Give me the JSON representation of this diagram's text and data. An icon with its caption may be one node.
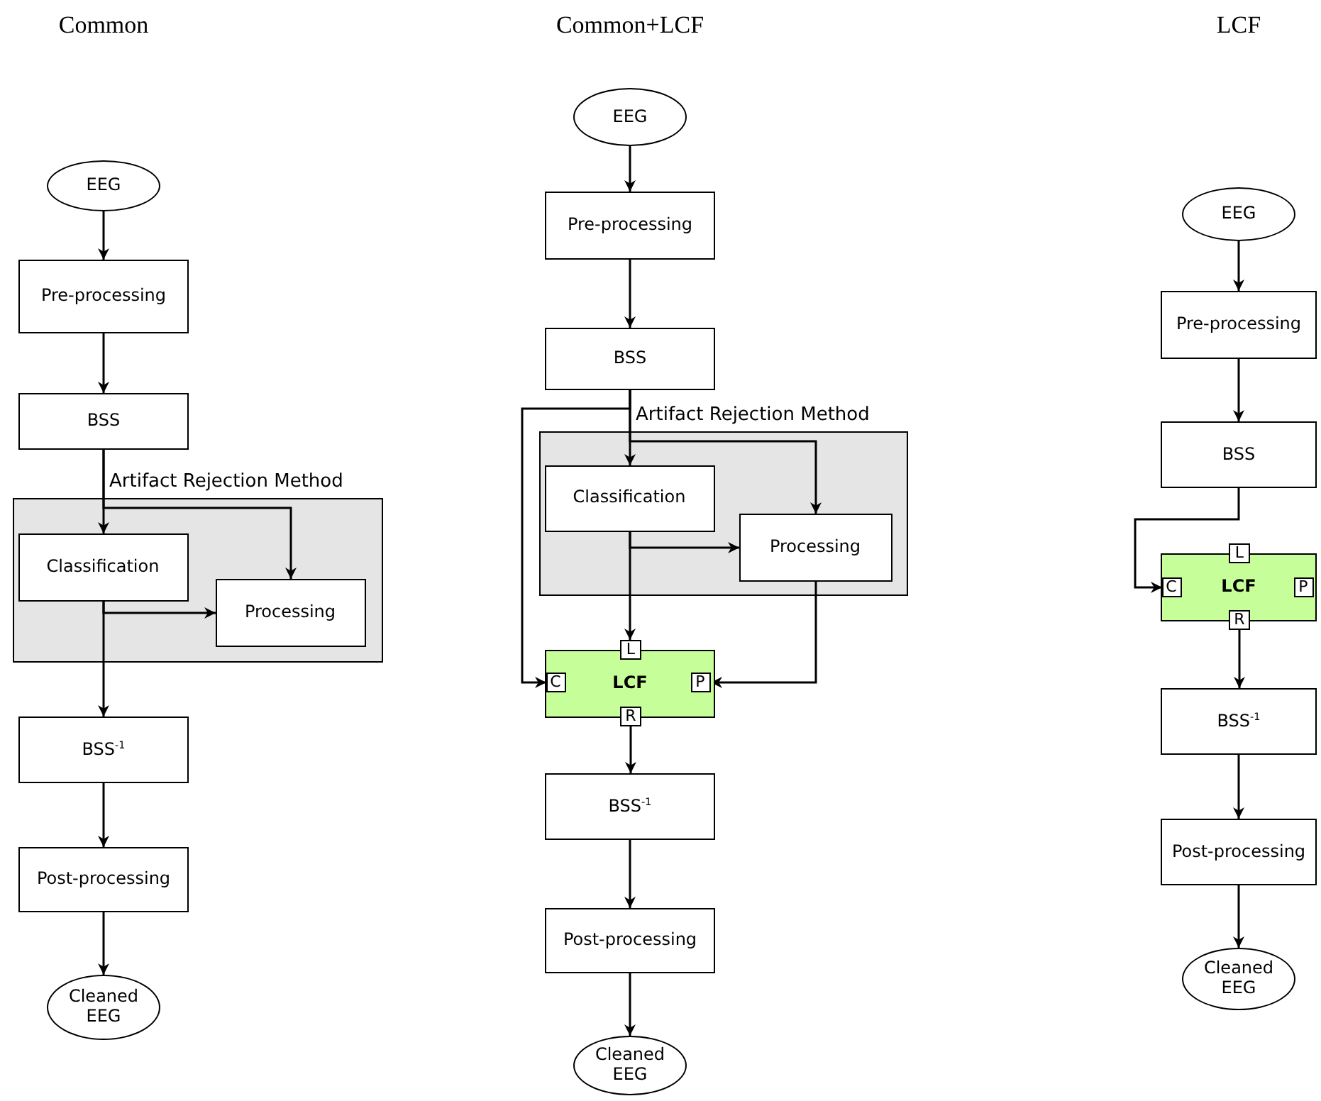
{
  "diagram": {
    "nodes": [
      {
        "text": [
          "EEG"
        ]
      },
      {
        "text": [
          "Pre-processing"
        ]
      },
      {
        "text": [
          "BSS"
        ]
      },
      {
        "text": [
          "Artifact Rejection Method"
        ]
      },
      {
        "text": [
          "Classification"
        ],
        "in": 3
      },
      {
        "text": [
          "Processing"
        ],
        "in": 3
      },
      {
        "text": [
          "BSS$^{-1}$"
        ]
      },
      {
        "text": [
          "Post-processing"
        ]
      },
      {
        "text": [
          "Cleaned EEG"
        ]
      },
      {
        "text": [
          "EEG"
        ]
      },
      {
        "text": [
          "Pre-processing"
        ]
      },
      {
        "text": [
          "BSS"
        ]
      },
      {
        "text": [
          "Artifact Rejection Method"
        ]
      },
      {
        "text": [
          "Classification"
        ],
        "in": 12
      },
      {
        "text": [
          "Processing"
        ],
        "in": 12
      },
      {
        "text": [
          "LCF"
        ]
      },
      {
        "text": [
          "L"
        ]
      },
      {
        "text": [
          "C"
        ],
        "in": 15
      },
      {
        "text": [
          "P"
        ],
        "in": 15
      },
      {
        "text": [
          "R"
        ]
      },
      {
        "text": [
          "BSS$^{-1}$"
        ]
      },
      {
        "text": [
          "Post-processing"
        ]
      },
      {
        "text": [
          "Cleaned EEG"
        ]
      },
      {
        "text": [
          "EEG"
        ]
      },
      {
        "text": [
          "Pre-processing"
        ]
      },
      {
        "text": [
          "BSS"
        ]
      },
      {
        "text": [
          "LCF"
        ]
      },
      {
        "text": [
          "L"
        ]
      },
      {
        "text": [
          "C"
        ],
        "in": 26
      },
      {
        "text": [
          "P"
        ],
        "in": 26
      },
      {
        "text": [
          "R"
        ]
      },
      {
        "text": [
          "BSS$^{-1}$"
        ]
      },
      {
        "text": [
          "Post-processing"
        ]
      },
      {
        "text": [
          "Cleaned EEG"
        ]
      }
    ],
    "edges": [
      {
        "from": 0,
        "to": 1,
        "arrow": "to"
      },
      {
        "from": 1,
        "to": 2,
        "arrow": "to"
      },
      {
        "from": 2,
        "to": 4,
        "arrow": "to"
      },
      {
        "from": 2,
        "to": 5,
        "arrow": "to"
      },
      {
        "from": 4,
        "to": 5,
        "arrow": "to"
      },
      {
        "from": 4,
        "to": 6,
        "arrow": "to"
      },
      {
        "from": 6,
        "to": 7,
        "arrow": "to"
      },
      {
        "from": 7,
        "to": 8,
        "arrow": "to"
      },
      {
        "from": 9,
        "to": 10,
        "arrow": "to"
      },
      {
        "from": 10,
        "to": 11,
        "arrow": "to"
      },
      {
        "from": 11,
        "to": 13,
        "arrow": "to"
      },
      {
        "from": 11,
        "to": 14,
        "arrow": "to"
      },
      {
        "from": 11,
        "to": 17,
        "arrow": "to"
      },
      {
        "from": 13,
        "to": 14,
        "arrow": "to"
      },
      {
        "from": 13,
        "to": 16,
        "arrow": "to"
      },
      {
        "from": 14,
        "to": 18,
        "arrow": "to"
      },
      {
        "from": 19,
        "to": 20,
        "arrow": "to"
      },
      {
        "from": 20,
        "to": 21,
        "arrow": "to"
      },
      {
        "from": 21,
        "to": 22,
        "arrow": "to"
      },
      {
        "from": 23,
        "to": 24,
        "arrow": "to"
      },
      {
        "from": 24,
        "to": 25,
        "arrow": "to"
      },
      {
        "from": 25,
        "to": 28,
        "arrow": "to"
      },
      {
        "from": 30,
        "to": 31,
        "arrow": "to"
      },
      {
        "from": 31,
        "to": 32,
        "arrow": "to"
      },
      {
        "from": 32,
        "to": 33,
        "arrow": "to"
      }
    ],
    "labels": [
      "Common",
      "Common+LCF",
      "LCF"
    ]
  }
}
